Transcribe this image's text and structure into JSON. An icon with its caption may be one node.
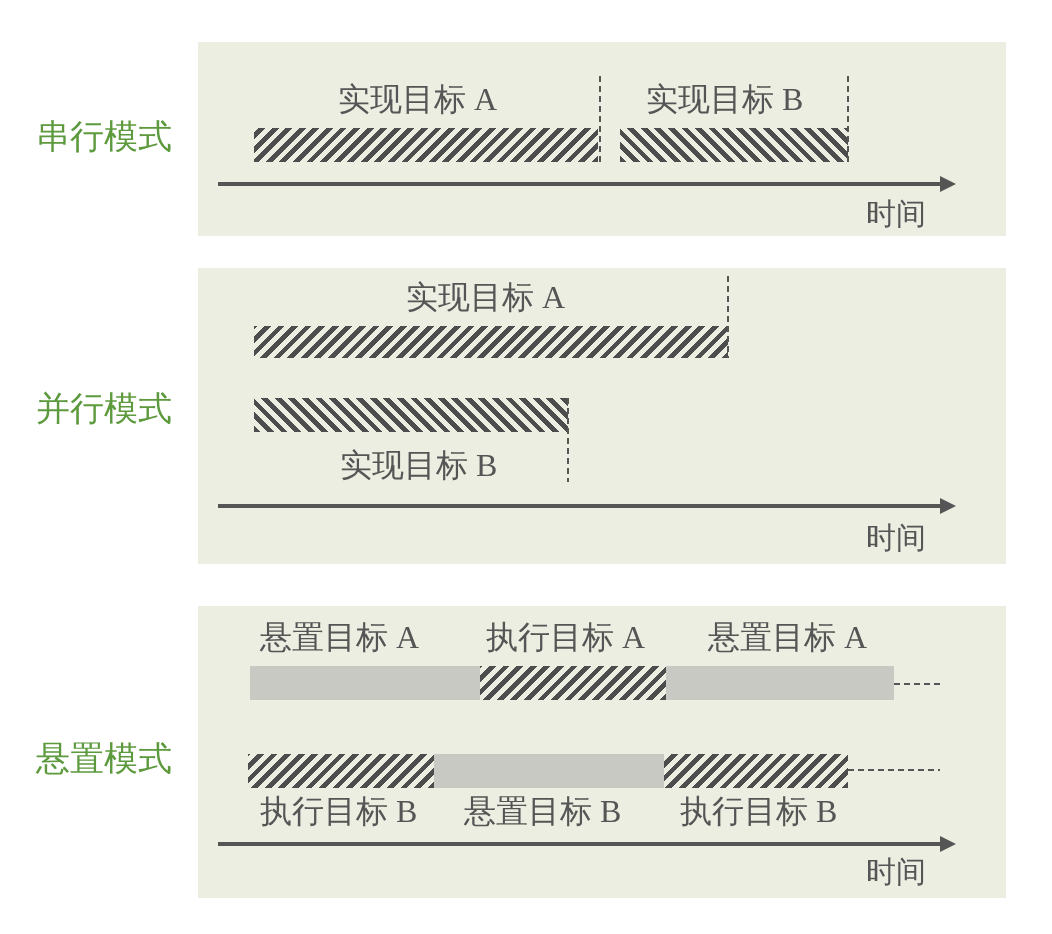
{
  "diagram": {
    "nodes": [
      {
        "text": [
          "串行模式"
        ]
      },
      {
        "text": [
          "实现目标 A"
        ],
        "in": 0
      },
      {
        "text": [
          "实现目标 B"
        ],
        "in": 0
      },
      {
        "text": [
          "并行模式"
        ]
      },
      {
        "text": [
          "实现目标 A"
        ],
        "in": 3
      },
      {
        "text": [
          "实现目标 B"
        ],
        "in": 3
      },
      {
        "text": [
          "悬置模式"
        ]
      },
      {
        "text": [
          "悬置目标 A"
        ],
        "in": 6
      },
      {
        "text": [
          "执行目标 A"
        ],
        "in": 6
      },
      {
        "text": [
          "悬置目标 A"
        ],
        "in": 6
      },
      {
        "text": [
          "执行目标 B"
        ],
        "in": 6
      },
      {
        "text": [
          "悬置目标 B"
        ],
        "in": 6
      },
      {
        "text": [
          "执行目标 B"
        ],
        "in": 6
      }
    ],
    "labels": [
      "时间",
      "时间",
      "时间"
    ]
  }
}
